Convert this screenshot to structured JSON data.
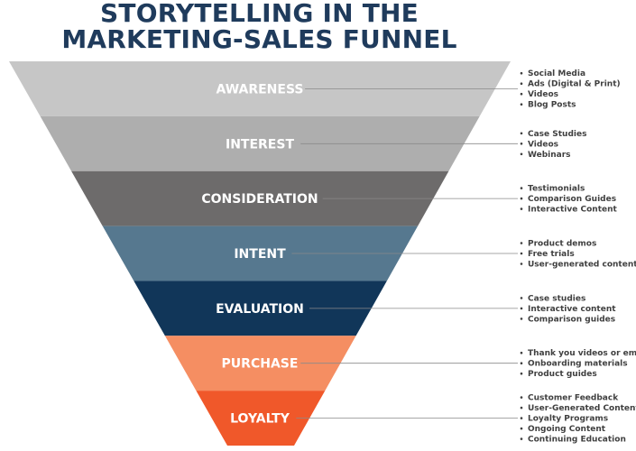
{
  "title": {
    "line1": "STORYTELLING IN THE",
    "line2": "MARKETING-SALES FUNNEL"
  },
  "colors": {
    "title": "#1f3b5c",
    "connector": "#8a8a8a",
    "bullet_text": "#404040"
  },
  "stages": [
    {
      "label": "AWARENESS",
      "color": "#c6c6c6",
      "items": [
        "Social Media",
        "Ads (Digital & Print)",
        "Videos",
        "Blog Posts"
      ]
    },
    {
      "label": "INTEREST",
      "color": "#aeaeae",
      "items": [
        "Case Studies",
        "Videos",
        "Webinars"
      ]
    },
    {
      "label": "CONSIDERATION",
      "color": "#6d6b6b",
      "items": [
        "Testimonials",
        "Comparison Guides",
        "Interactive Content"
      ]
    },
    {
      "label": "INTENT",
      "color": "#56788f",
      "items": [
        "Product demos",
        "Free trials",
        "User-generated content"
      ]
    },
    {
      "label": "EVALUATION",
      "color": "#113659",
      "items": [
        "Case studies",
        "Interactive content",
        "Comparison guides"
      ]
    },
    {
      "label": "PURCHASE",
      "color": "#f58e62",
      "items": [
        "Thank you videos or emails",
        "Onboarding materials",
        "Product guides"
      ]
    },
    {
      "label": "LOYALTY",
      "color": "#f0582a",
      "items": [
        "Customer Feedback",
        "User-Generated Content",
        "Loyalty Programs",
        "Ongoing Content",
        "Continuing Education"
      ]
    }
  ]
}
